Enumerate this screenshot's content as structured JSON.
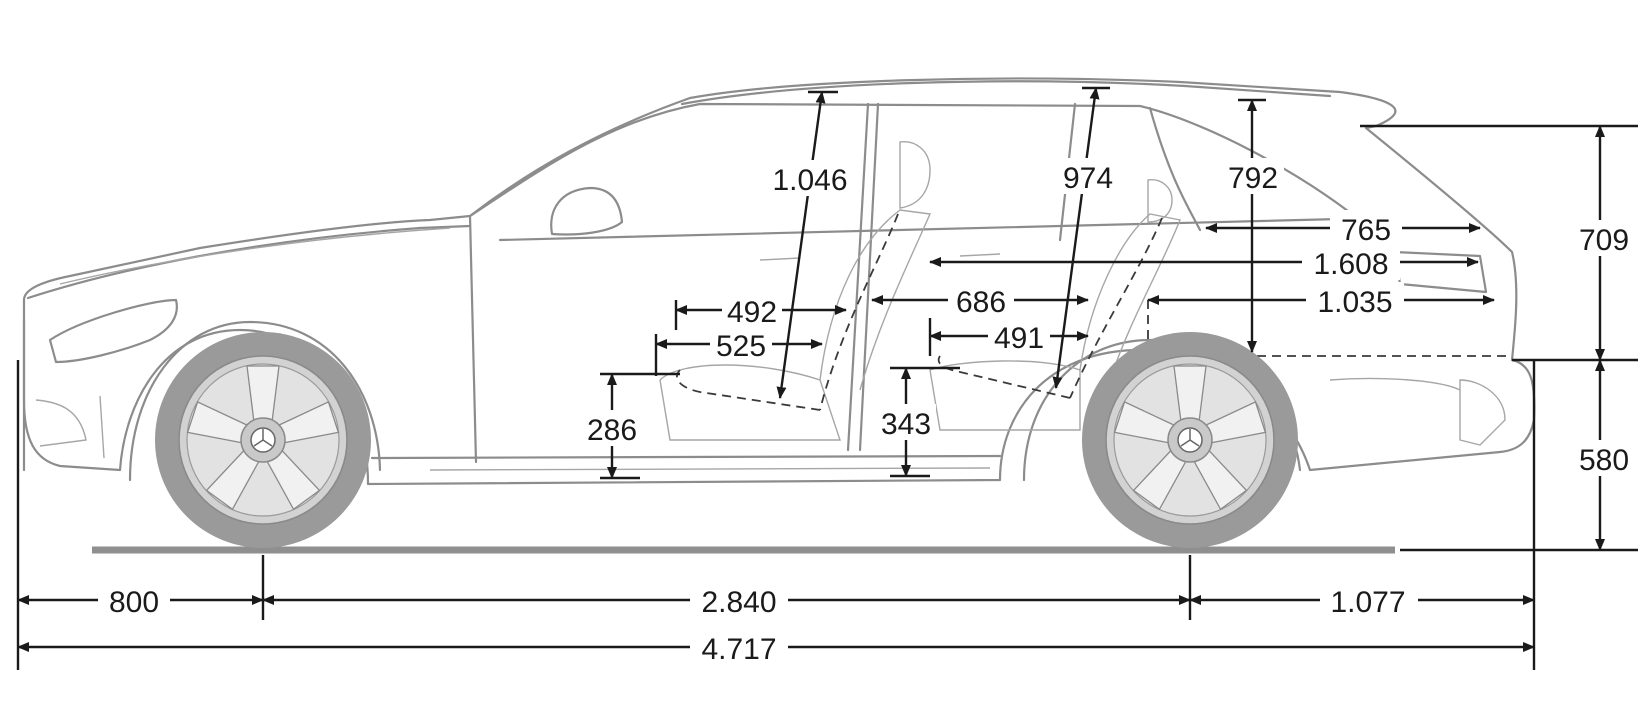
{
  "colors": {
    "line": "#1a1a1a",
    "car_outline": "#8c8c8c",
    "wheel": "#9a9a9a",
    "rim": "#d2d2d2",
    "ground": "#8f8f8f"
  },
  "dimensions": {
    "front_headroom": "1.046",
    "rear_headroom": "974",
    "cargo_height": "792",
    "cargo_length_upper": "765",
    "cargo_length_seats_folded": "1.608",
    "cargo_length_floor": "1.035",
    "front_seat_depth": "492",
    "front_seat_cushion": "525",
    "front_seat_height": "286",
    "rear_legroom_upper": "686",
    "rear_seat_cushion": "491",
    "rear_seat_height": "343",
    "tailgate_height": "709",
    "loading_sill_height": "580",
    "front_overhang": "800",
    "wheelbase": "2.840",
    "rear_overhang": "1.077",
    "overall_length": "4.717"
  }
}
